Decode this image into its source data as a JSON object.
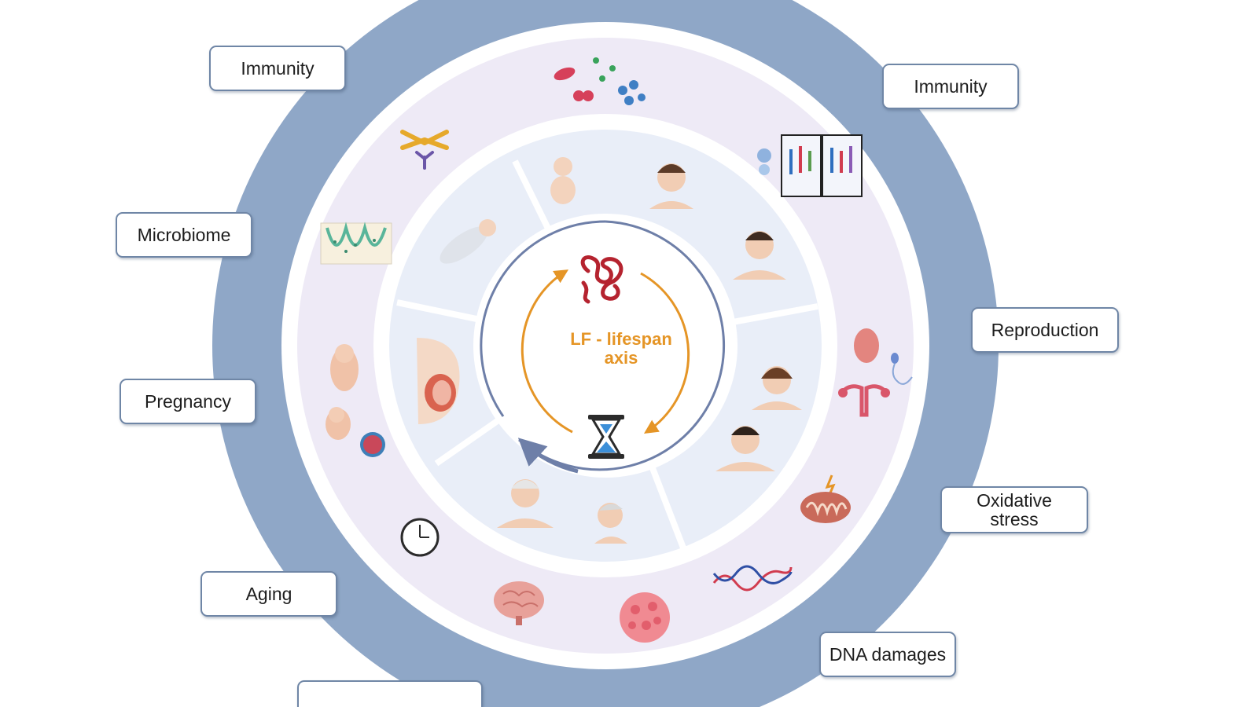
{
  "center": {
    "title": "LF - lifespan\naxis"
  },
  "labels": {
    "immunity_left": "Immunity",
    "immunity_right": "Immunity",
    "microbiome": "Microbiome",
    "reproduction": "Reproduction",
    "pregnancy": "Pregnancy",
    "oxidative_stress": "Oxidative\nstress",
    "aging": "Aging",
    "dna_damages": "DNA damages",
    "bottom_partial": ""
  },
  "colors": {
    "outer_ring": "#8fa7c7",
    "middle_band": "#eeeaf6",
    "inner_band": "#e9eef8",
    "center_circle_stroke": "#6e7fa8",
    "arrow_orange": "#e59526",
    "lf_red": "#b5232f",
    "hourglass_blue": "#3c8fd8"
  },
  "icons": [
    "bacteria-icon",
    "antibody-icon",
    "cell-signaling-panel-icon",
    "intestinal-villi-icon",
    "embryo-icon",
    "fetus-icon",
    "oocyte-icon",
    "reproductive-organs-icon",
    "sperm-icon",
    "mitochondria-icon",
    "dna-strand-icon",
    "tumor-cell-icon",
    "brain-icon",
    "clock-icon",
    "infant-icon",
    "newborn-icon",
    "pregnant-belly-icon",
    "child-face-icon",
    "young-adult-face-icon",
    "adolescent-face-icon",
    "adult-face-icon",
    "middle-aged-face-icon",
    "elderly-face-icon",
    "old-man-profile-icon",
    "lactoferrin-protein-icon",
    "hourglass-icon"
  ]
}
